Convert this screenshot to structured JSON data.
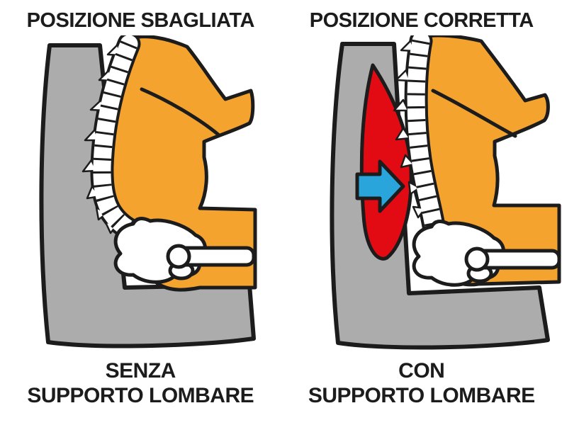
{
  "panels": [
    {
      "title": "POSIZIONE SBAGLIATA",
      "caption_line1": "SENZA",
      "caption_line2": "SUPPORTO LOMBARE"
    },
    {
      "title": "POSIZIONE CORRETTA",
      "caption_line1": "CON",
      "caption_line2": "SUPPORTO LOMBARE"
    }
  ],
  "colors": {
    "background": "#FFFFFF",
    "text": "#1C1C1C",
    "outline": "#1C1C1C",
    "body": "#F5A32F",
    "chair": "#ACACAC",
    "bone": "#FFFFFF",
    "lumbar_support": "#E30B13",
    "arrow": "#2AA5DC"
  },
  "icons": {
    "push_arrow": "right-arrow"
  }
}
